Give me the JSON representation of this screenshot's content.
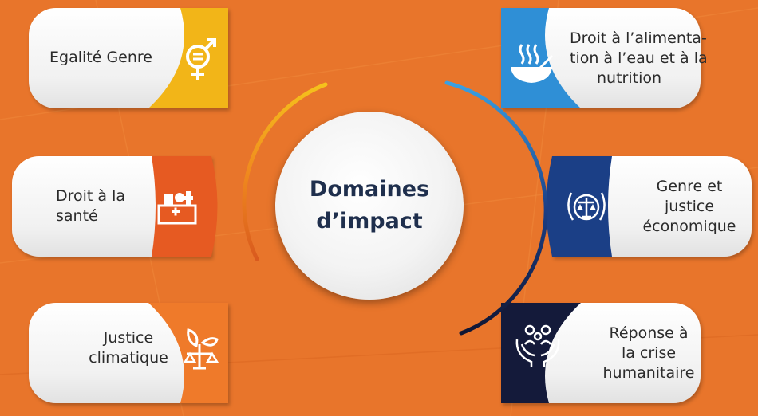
{
  "center": {
    "line1": "Domaines",
    "line2": "d’impact"
  },
  "left_items": [
    {
      "lines": [
        "Egalité Genre"
      ],
      "icon": "gender-equality-icon",
      "color": "#f2b518"
    },
    {
      "lines": [
        "Droit à la",
        "santé"
      ],
      "icon": "health-kit-icon",
      "color": "#e65a22"
    },
    {
      "lines": [
        "Justice",
        "climatique"
      ],
      "icon": "climate-justice-icon",
      "color": "#ef7a2a"
    }
  ],
  "right_items": [
    {
      "lines": [
        "Droit à l’alimenta-",
        "tion à l’eau et à la",
        "nutrition"
      ],
      "icon": "food-bowl-icon",
      "color": "#2f8fd6"
    },
    {
      "lines": [
        "Genre et",
        "justice",
        "économique"
      ],
      "icon": "justice-scales-icon",
      "color": "#1b3f86"
    },
    {
      "lines": [
        "Réponse à",
        "la crise",
        "humanitaire"
      ],
      "icon": "helping-hands-icon",
      "color": "#141a3a"
    }
  ]
}
